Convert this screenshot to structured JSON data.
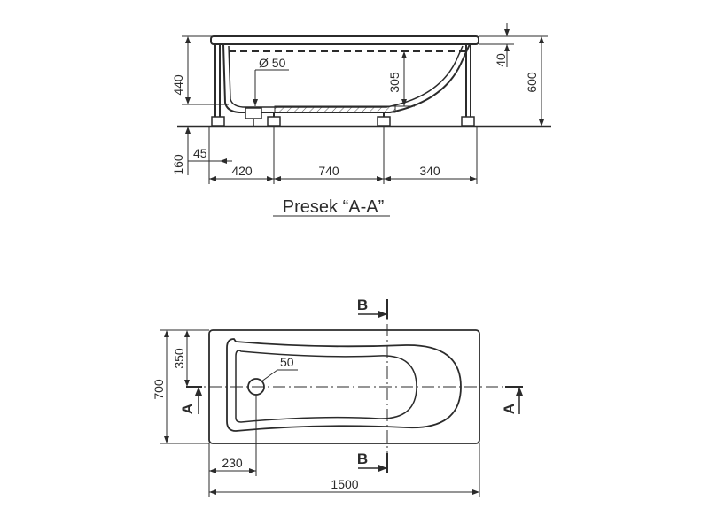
{
  "section": {
    "caption": "Presek “A-A”",
    "dims": {
      "height_440": "440",
      "height_160": "160",
      "offset_45": "45",
      "width_420": "420",
      "width_740": "740",
      "width_340": "340",
      "depth_305": "305",
      "rim_40": "40",
      "total_600": "600",
      "drain": "Ø 50"
    }
  },
  "plan": {
    "dims": {
      "width_700": "700",
      "half_350": "350",
      "drain_50": "50",
      "offset_230": "230",
      "length_1500": "1500"
    },
    "markers": {
      "section_a": "A",
      "section_b": "B"
    }
  },
  "colors": {
    "line": "#2b2b2b",
    "background": "#ffffff"
  }
}
